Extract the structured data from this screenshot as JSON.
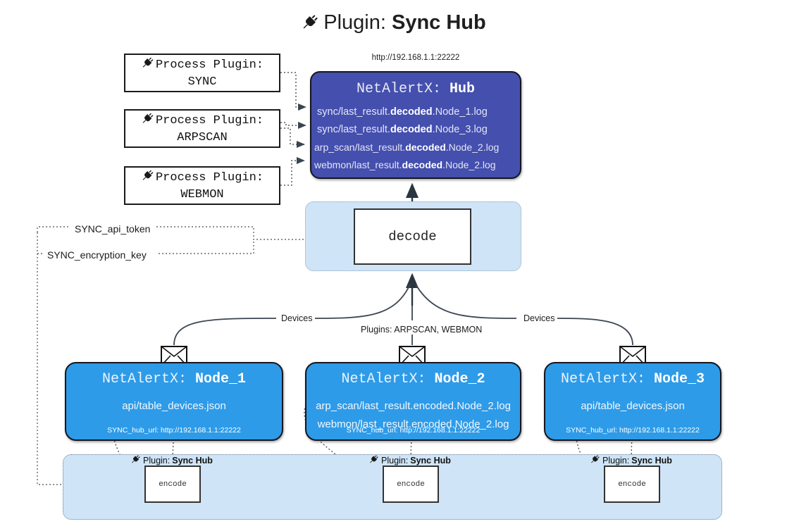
{
  "header": {
    "icon": "plug-icon",
    "prefix": "Plugin:",
    "name": "Sync Hub"
  },
  "hub": {
    "url": "http://192.168.1.1:22222",
    "label_prefix": "NetAlertX:",
    "label_name": "Hub",
    "color": "#454fae",
    "logs": [
      {
        "pre": "sync/last_result.",
        "em": "decoded",
        "post": ".Node_1.log"
      },
      {
        "pre": "sync/last_result.",
        "em": "decoded",
        "post": ".Node_3.log"
      },
      {
        "pre": "arp_scan/last_result.",
        "em": "decoded",
        "post": ".Node_2.log"
      },
      {
        "pre": "webmon/last_result.",
        "em": "decoded",
        "post": ".Node_2.log"
      }
    ]
  },
  "process_plugins": [
    {
      "title": "Process Plugin:",
      "name": "SYNC",
      "icon": "plug-icon"
    },
    {
      "title": "Process Plugin:",
      "name": "ARPSCAN",
      "icon": "plug-icon"
    },
    {
      "title": "Process Plugin:",
      "name": "WEBMON",
      "icon": "plug-icon"
    }
  ],
  "decode": {
    "label": "decode",
    "group_color": "#cfe4f7"
  },
  "keys": [
    {
      "label": "SYNC_api_token"
    },
    {
      "label": "SYNC_encryption_key"
    }
  ],
  "edge_labels": {
    "devices_left": "Devices",
    "devices_right": "Devices",
    "plugins_center": "Plugins: ARPSCAN, WEBMON"
  },
  "nodes": [
    {
      "label_prefix": "NetAlertX:",
      "label_name": "Node_1",
      "lines": [
        "api/table_devices.json"
      ],
      "footer": "SYNC_hub_url: http://192.168.1.1:22222",
      "color": "#2e9be8",
      "mail_icon": "envelope-icon"
    },
    {
      "label_prefix": "NetAlertX:",
      "label_name": "Node_2",
      "lines": [
        "arp_scan/last_result.encoded.Node_2.log",
        "webmon/last_result.encoded.Node_2.log"
      ],
      "footer": "SYNC_hub_url: http://192.168.1.1:22222",
      "color": "#2e9be8",
      "mail_icon": "envelope-icon"
    },
    {
      "label_prefix": "NetAlertX:",
      "label_name": "Node_3",
      "lines": [
        "api/table_devices.json"
      ],
      "footer": "SYNC_hub_url: http://192.168.1.1:22222",
      "color": "#2e9be8",
      "mail_icon": "envelope-icon"
    }
  ],
  "encoders": [
    {
      "plugin_prefix": "Plugin:",
      "plugin_name": "Sync Hub",
      "box_label": "encode",
      "icon": "plug-icon"
    },
    {
      "plugin_prefix": "Plugin:",
      "plugin_name": "Sync Hub",
      "box_label": "encode",
      "icon": "plug-icon"
    },
    {
      "plugin_prefix": "Plugin:",
      "plugin_name": "Sync Hub",
      "box_label": "encode",
      "icon": "plug-icon"
    }
  ]
}
